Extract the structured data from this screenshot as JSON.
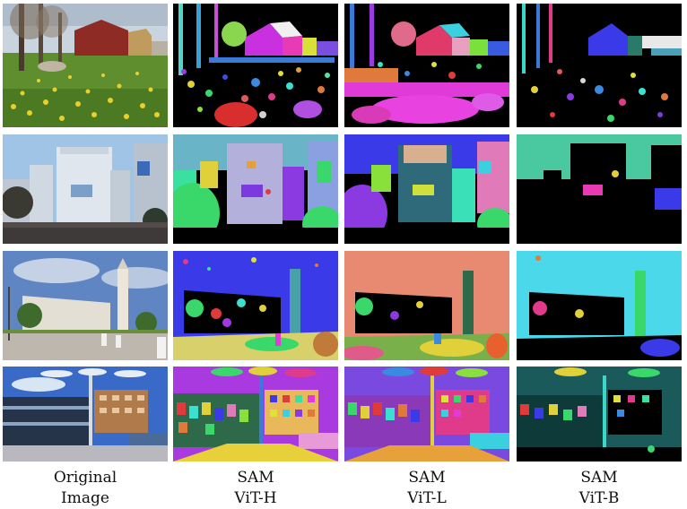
{
  "figure": {
    "rows": [
      {
        "scene": "farm-barn-daffodils"
      },
      {
        "scene": "city-crossing"
      },
      {
        "scene": "mosque-plaza"
      },
      {
        "scene": "modern-building-canopy"
      }
    ],
    "columns": [
      {
        "label_line1": "Original",
        "label_line2": "Image"
      },
      {
        "label_line1": "SAM",
        "label_line2": "ViT-H"
      },
      {
        "label_line1": "SAM",
        "label_line2": "ViT-L"
      },
      {
        "label_line1": "SAM",
        "label_line2": "ViT-B"
      }
    ]
  },
  "colors": {
    "background": "#ffffff",
    "caption_text": "#111111",
    "mask_background": "#000000"
  }
}
